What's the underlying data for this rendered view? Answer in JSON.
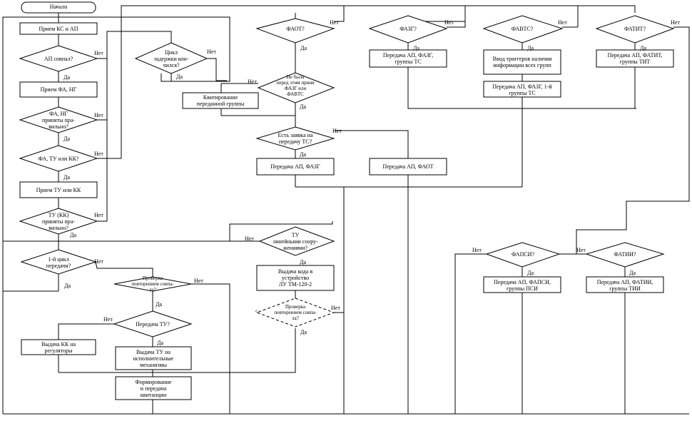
{
  "flowchart": {
    "start": "Начало",
    "blocks": {
      "recv_ks_ap": "Прием КС и АП",
      "ap_match": "АП совпал?",
      "recv_fa_ng": "Прием ФА, НГ",
      "fa_ng_ok": "ФА, НГ\nприняты пра-\nвильно?",
      "fa_tu_kk": "ФА, ТУ или КК?",
      "recv_tu_kk": "Прием ТУ или КК",
      "tu_kk_ok": "ТУ (КК)\nприняты пра-\nвильно?",
      "first_cycle": "1-й цикл\nпередачи?",
      "recheck_left": "Проверка\nповторением совпа-\nла?",
      "send_tu": "Передача ТУ?",
      "kk_out": "Выдача КК на\nрегуляторы",
      "tu_out": "Выдача ТУ на\nисполнительные\nмеханизмы",
      "form_ack": "Формирование\nи передача\nквитанции",
      "delay_done": "Цикл\nзадержки кон-\nчился?",
      "ack_group": "Квитирование\nпереданной группы",
      "faot": "ФАОТ?",
      "prev_sent": "Не была\nперед этим приня\nФАЗГ или\nФАВТС",
      "ts_request": "Есть заявка на\nпередачу ТС?",
      "send_ap_fazg": "Передача АП, ФАЗГ",
      "send_ap_faot": "Передача АП, ФАОТ",
      "fazg": "ФАЗГ?",
      "send_ts_fazg": "Передача АП, ФАЗГ,\nгруппы ТС",
      "favts": "ФАВТС?",
      "triggers": "Ввод триггеров наличия\nинформации всех групп",
      "send_ts_fazg1": "Передача АП, ФАЗГ, 1-й\nгруппы ТС",
      "fatit": "ФАТИТ?",
      "send_tit": "Передача АП, ФАТИТ,\nгруппы ТИТ",
      "tu_line": "ТУ\nлинейными соору-\nжениями?",
      "code_out": "Выдача кода в\nустройство\nЛУ ТМ-120-2",
      "recheck_right": "Проверка\nповторением совпа-\nла?",
      "fapsi": "ФАПСИ?",
      "send_psi": "Передача АП, ФАПСИ,\nгруппы ПСИ",
      "fatii": "ФАТИИ?",
      "send_tii": "Передача АП, ФАТИИ,\nгруппы ТИИ"
    },
    "yes": "Да",
    "no": "Нет",
    "lt": "<"
  }
}
